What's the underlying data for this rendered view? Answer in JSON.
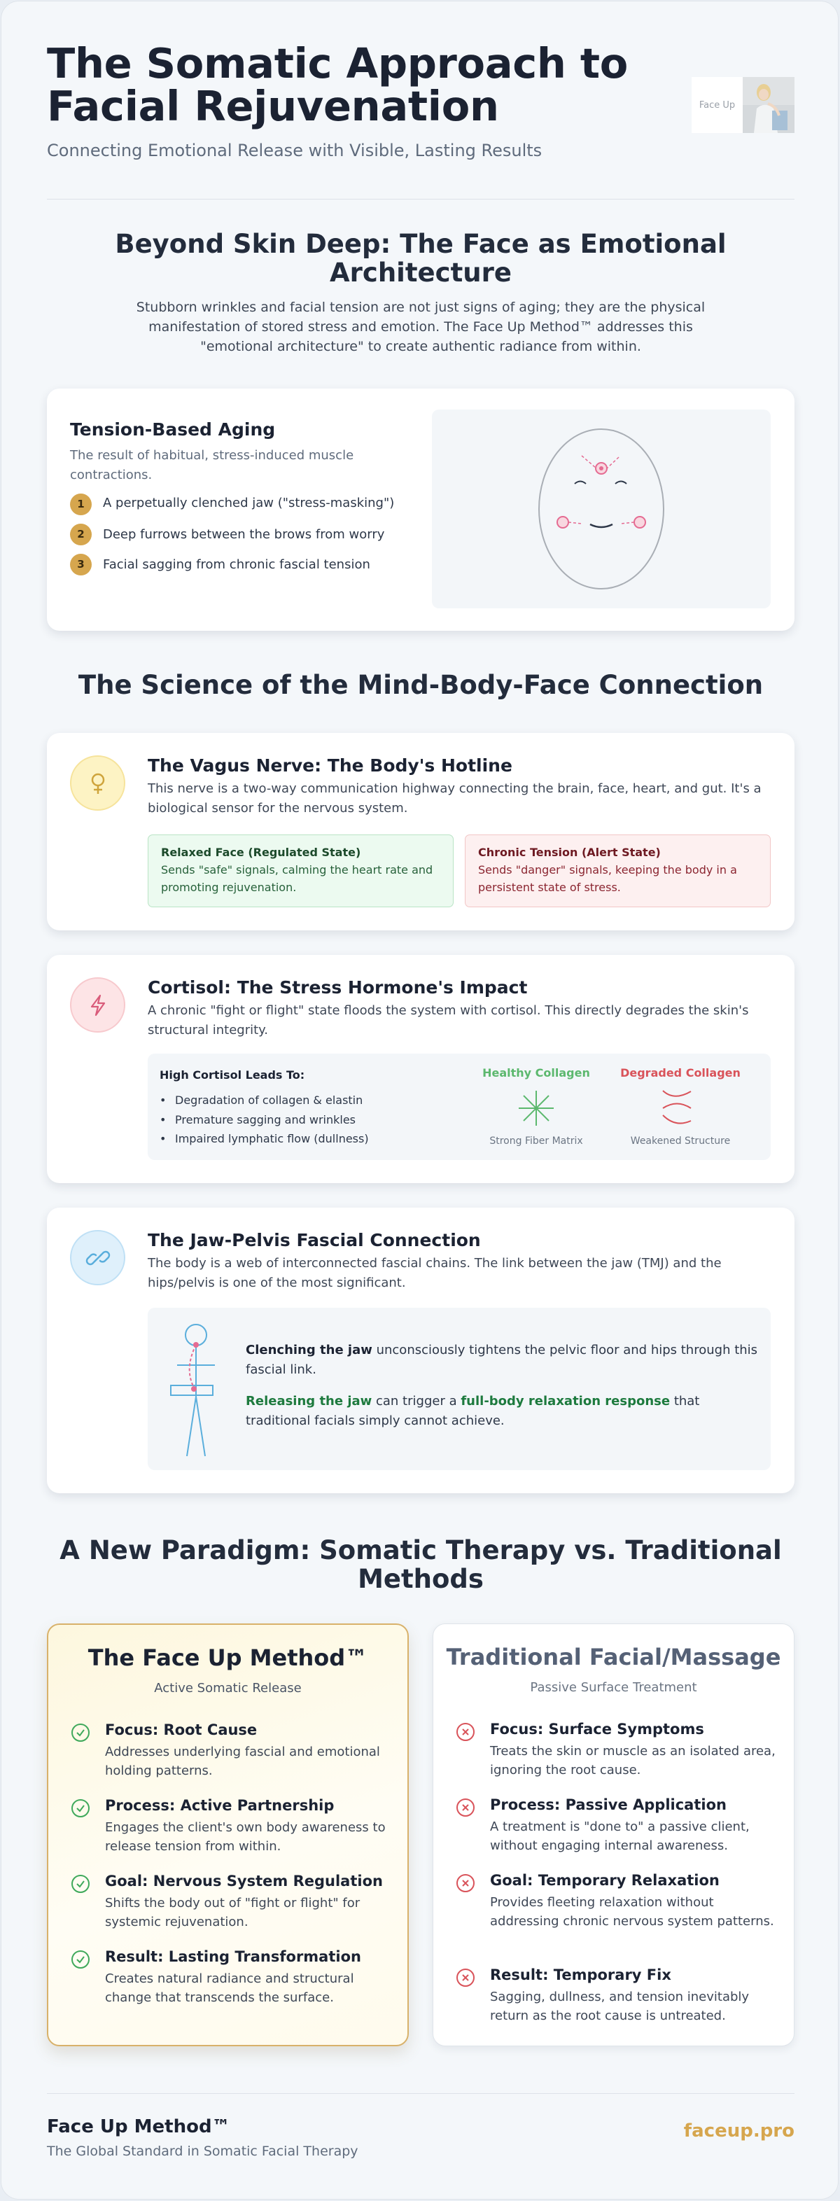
{
  "header": {
    "title_line1": "The Somatic Approach to",
    "title_line2": "Facial Rejuvenation",
    "subtitle": "Connecting Emotional Release with Visible, Lasting Results",
    "logo_text": "Face Up"
  },
  "intro": {
    "title": "Beyond Skin Deep: The Face as Emotional Architecture",
    "text": "Stubborn wrinkles and facial tension are not just signs of aging; they are the physical manifestation of stored stress and emotion. The Face Up Method™ addresses this \"emotional architecture\" to create authentic radiance from within."
  },
  "tension": {
    "title": "Tension-Based Aging",
    "lead": "The result of habitual, stress-induced muscle contractions.",
    "items": [
      {
        "num": "1",
        "text": "A perpetually clenched jaw (\"stress-masking\")"
      },
      {
        "num": "2",
        "text": "Deep furrows between the brows from worry"
      },
      {
        "num": "3",
        "text": "Facial sagging from chronic fascial tension"
      }
    ]
  },
  "science": {
    "title": "The Science of the Mind-Body-Face Connection",
    "vagus": {
      "title": "The Vagus Nerve: The Body's Hotline",
      "desc": "This nerve is a two-way communication highway connecting the brain, face, heart, and gut. It's a biological sensor for the nervous system.",
      "relaxed_title": "Relaxed Face (Regulated State)",
      "relaxed_desc": "Sends \"safe\" signals, calming the heart rate and promoting rejuvenation.",
      "tension_title": "Chronic Tension (Alert State)",
      "tension_desc": "Sends \"danger\" signals, keeping the body in a persistent state of stress."
    },
    "cortisol": {
      "title": "Cortisol: The Stress Hormone's Impact",
      "desc": "A chronic \"fight or flight\" state floods the system with cortisol. This directly degrades the skin's structural integrity.",
      "box_title": "High Cortisol Leads To:",
      "bullets": [
        "Degradation of collagen & elastin",
        "Premature sagging and wrinkles",
        "Impaired lymphatic flow (dullness)"
      ],
      "healthy_label": "Healthy Collagen",
      "healthy_caption": "Strong Fiber Matrix",
      "degraded_label": "Degraded Collagen",
      "degraded_caption": "Weakened Structure",
      "colors": {
        "healthy": "#5cb86e",
        "degraded": "#d9535a"
      }
    },
    "jaw": {
      "title": "The Jaw-Pelvis Fascial Connection",
      "desc": "The body is a web of interconnected fascial chains. The link between the jaw (TMJ) and the hips/pelvis is one of the most significant.",
      "p1_bold": "Clenching the jaw",
      "p1_rest": " unconsciously tightens the pelvic floor and hips through this fascial link.",
      "p2_bold": "Releasing the jaw",
      "p2_mid": " can trigger a ",
      "p2_highlight": "full-body relaxation response",
      "p2_end": " that traditional facials simply cannot achieve."
    }
  },
  "paradigm": {
    "title": "A New Paradigm: Somatic Therapy vs. Traditional Methods",
    "face_up": {
      "title": "The Face Up Method™",
      "tag": "Active Somatic Release",
      "items": [
        {
          "title": "Focus: Root Cause",
          "desc": "Addresses underlying fascial and emotional holding patterns."
        },
        {
          "title": "Process: Active Partnership",
          "desc": "Engages the client's own body awareness to release tension from within."
        },
        {
          "title": "Goal: Nervous System Regulation",
          "desc": "Shifts the body out of \"fight or flight\" for systemic rejuvenation."
        },
        {
          "title": "Result: Lasting Transformation",
          "desc": "Creates natural radiance and structural change that transcends the surface."
        }
      ]
    },
    "traditional": {
      "title": "Traditional Facial/Massage",
      "tag": "Passive Surface Treatment",
      "items": [
        {
          "title": "Focus: Surface Symptoms",
          "desc": "Treats the skin or muscle as an isolated area, ignoring the root cause."
        },
        {
          "title": "Process: Passive Application",
          "desc": "A treatment is \"done to\" a passive client, without engaging internal awareness."
        },
        {
          "title": "Goal: Temporary Relaxation",
          "desc": "Provides fleeting relaxation without addressing chronic nervous system patterns."
        },
        {
          "title": "Result: Temporary Fix",
          "desc": "Sagging, dullness, and tension inevitably return as the root cause is untreated."
        }
      ]
    }
  },
  "footer": {
    "brand": "Face Up Method™",
    "tagline": "The Global Standard in Somatic Facial Therapy",
    "link": "faceup.pro"
  },
  "colors": {
    "accent_gold": "#d6a64e",
    "dark_text": "#1b2232",
    "check_green": "#3fa95b",
    "cross_red": "#d9535a"
  },
  "icons": [
    "female-symbol-icon",
    "lightning-icon",
    "link-icon",
    "check-circle-icon",
    "x-circle-icon"
  ]
}
